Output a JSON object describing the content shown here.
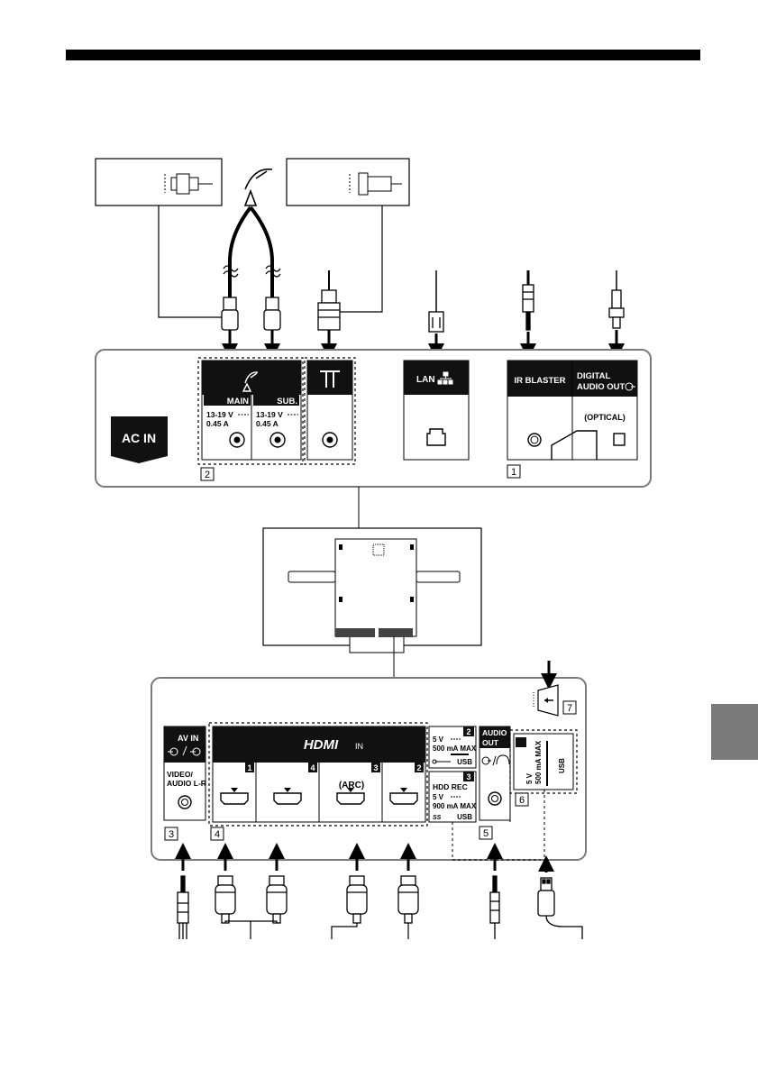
{
  "upper_panel": {
    "ac_in": "AC IN",
    "main_label": "MAIN",
    "sub_label": "SUB.",
    "main_rating_v": "13-19 V",
    "main_rating_a": "0.45 A",
    "sub_rating_v": "13-19 V",
    "sub_rating_a": "0.45 A",
    "lan_label": "LAN",
    "ir_blaster_label": "IR BLASTER",
    "digital_audio_line1": "DIGITAL",
    "digital_audio_line2": "AUDIO OUT",
    "optical_label": "(OPTICAL)",
    "callout_sat": "2",
    "callout_ir": "1"
  },
  "lower_panel": {
    "av_in_label": "AV IN",
    "video_audio_line1": "VIDEO/",
    "video_audio_line2": "AUDIO L-R",
    "hdmi_logo": "HDMI",
    "hdmi_in_suffix": "IN",
    "hdmi_ports": [
      {
        "number": "1"
      },
      {
        "number": "4"
      },
      {
        "number": "3",
        "extra": "(ARC)"
      },
      {
        "number": "2"
      }
    ],
    "usb2": {
      "number": "2",
      "rating_v": "5 V",
      "rating_ma": "500 mA MAX",
      "label": "USB"
    },
    "usb3": {
      "number": "3",
      "title": "HDD REC",
      "rating_v": "5 V",
      "rating_ma": "900 mA MAX",
      "label": "USB"
    },
    "audio_out_line1": "AUDIO",
    "audio_out_line2": "OUT",
    "usb1": {
      "rating_v": "5 V",
      "rating_ma": "500 mA MAX",
      "label": "USB"
    },
    "callout_av": "3",
    "callout_hdmi": "4",
    "callout_audio": "5",
    "callout_usb1": "6",
    "callout_slot": "7"
  }
}
